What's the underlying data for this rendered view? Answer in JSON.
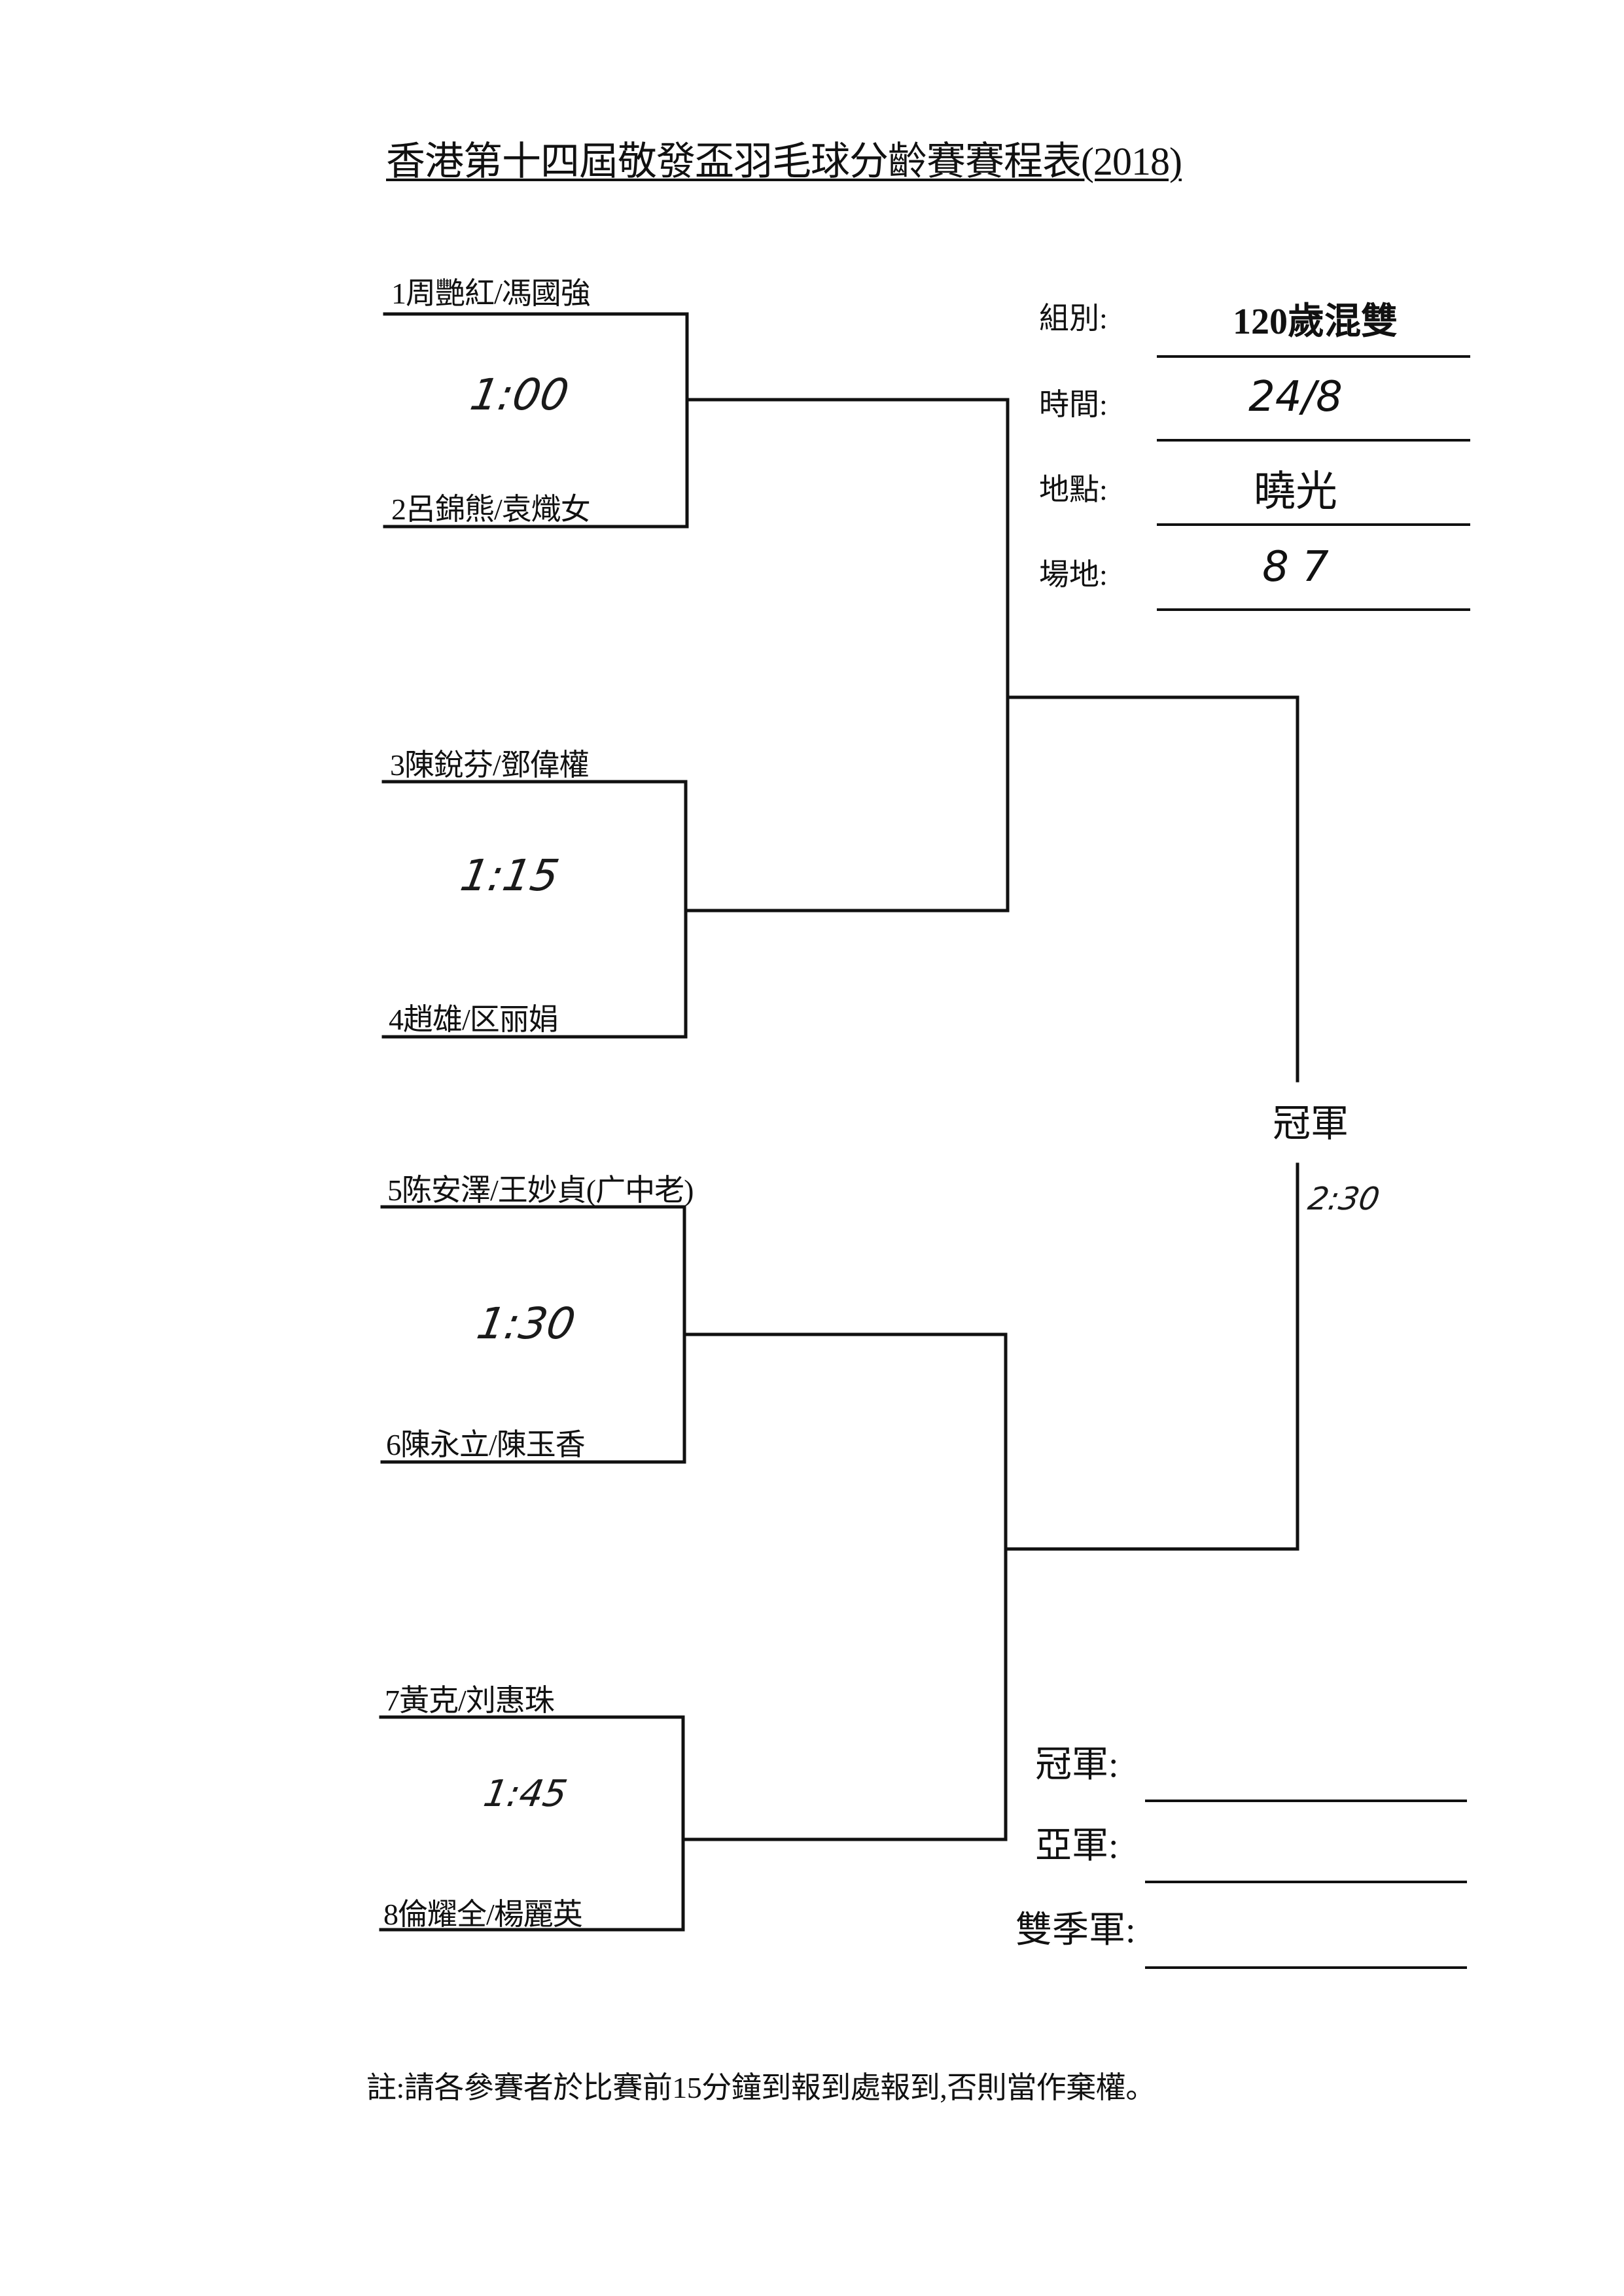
{
  "document": {
    "title": "香港第十四屆敬發盃羽毛球分齡賽賽程表(2018)",
    "footer_note": "註:請各參賽者於比賽前15分鐘到報到處報到,否則當作棄權。"
  },
  "info": {
    "group": {
      "label": "組別:",
      "value": "120歲混雙"
    },
    "date": {
      "label": "時間:",
      "value": "24/8"
    },
    "venue": {
      "label": "地點:",
      "value": "曉光"
    },
    "court": {
      "label": "場地:",
      "value": "8 7"
    }
  },
  "bracket": {
    "players": [
      {
        "seed": "1",
        "name": "1周艷紅/馮國強"
      },
      {
        "seed": "2",
        "name": "2呂錦熊/袁熾女"
      },
      {
        "seed": "3",
        "name": "3陳銳芬/鄧偉權"
      },
      {
        "seed": "4",
        "name": "4趙雄/区丽娟"
      },
      {
        "seed": "5",
        "name": "5陈安澤/王妙貞(广中老)"
      },
      {
        "seed": "6",
        "name": "6陳永立/陳玉香"
      },
      {
        "seed": "7",
        "name": "7黃克/刘惠珠"
      },
      {
        "seed": "8",
        "name": "8倫耀全/楊麗英"
      }
    ],
    "match_times": [
      {
        "match": "1 vs 2",
        "time": "1:00"
      },
      {
        "match": "3 vs 4",
        "time": "1:15"
      },
      {
        "match": "5 vs 6",
        "time": "1:30"
      },
      {
        "match": "7 vs 8",
        "time": "1:45"
      }
    ],
    "final": {
      "label": "冠軍",
      "time": "2:30"
    }
  },
  "results": {
    "champion": {
      "label": "冠軍:",
      "value": ""
    },
    "runner_up": {
      "label": "亞軍:",
      "value": ""
    },
    "third_place": {
      "label": "雙季軍:",
      "value": ""
    }
  }
}
